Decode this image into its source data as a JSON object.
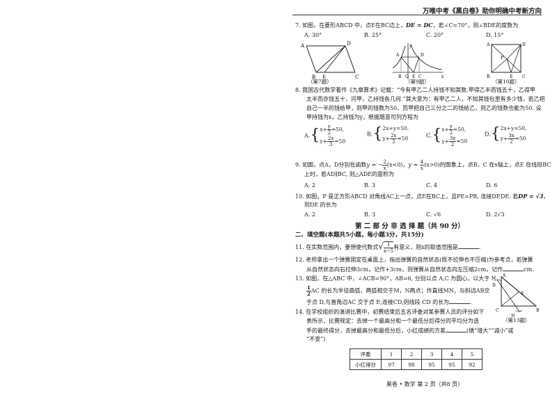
{
  "header": {
    "title": "万唯中考《黑白卷》助你明确中考新方向"
  },
  "q7": {
    "stem": "7. 如图，在菱形ABCD 中，点E在BC边上，",
    "formula": "DE = DC",
    "stem2": "，若∠C=70°，则∠BDE的度数为",
    "options": [
      "A. 30°",
      "B. 25°",
      "C. 20°",
      "D. 15°"
    ]
  },
  "figs": {
    "cap7": "（第7题）",
    "cap9": "（第9题）",
    "cap10": "（第10题）",
    "cap13": "（第13题）",
    "labels7": {
      "a": "A",
      "d": "D",
      "b": "B",
      "e": "E",
      "c": "C"
    },
    "labels9": {
      "y": "y",
      "a": "A",
      "d": "D",
      "b": "B",
      "o": "O",
      "e": "E",
      "c": "C",
      "x": "x"
    },
    "labels10": {
      "a": "A",
      "d": "D",
      "p": "P",
      "b": "B",
      "e": "E",
      "c": "C"
    },
    "labels13": {
      "a": "A",
      "m": "M",
      "d": "D",
      "c": "C",
      "e": "E",
      "b": "B",
      "n": "N"
    }
  },
  "q8": {
    "line1": "8. 我国古代数学著作《九章算术》记载：“今有甲乙二人持钱不知其数.甲得乙半而钱五十，乙得甲",
    "line2": "太半而亦钱五十，问甲，乙持钱各几何.”其大意为：有甲乙二人，不知其钱包里有多少钱，若乙把",
    "line3": "自己一半的钱给甲，则甲的钱数为50，而甲把自己三分之二的钱给乙，则乙的钱数也能为50. 设",
    "line4": "甲持钱为x，乙持钱为y，根据题意可列方程为",
    "options": [
      {
        "label": "A.",
        "e1a": "x+",
        "e1n": "y",
        "e1d": "2",
        "e1b": "=50,",
        "e2a": "y+",
        "e2n": "2x",
        "e2d": "3",
        "e2b": "=50"
      },
      {
        "label": "B.",
        "e1a": "2x+y=50,",
        "e1n": "",
        "e1d": "",
        "e1b": "",
        "e2a": "y+",
        "e2n": "2x",
        "e2d": "3",
        "e2b": "=50"
      },
      {
        "label": "C.",
        "e1a": "x+",
        "e1n": "y",
        "e1d": "2",
        "e1b": "=50,",
        "e2a": "y+",
        "e2n": "3x",
        "e2d": "2",
        "e2b": "=50"
      },
      {
        "label": "D.",
        "e1a": "2x+y=50,",
        "e1n": "",
        "e1d": "",
        "e1b": "",
        "e2a": "y+",
        "e2n": "3x",
        "e2d": "2",
        "e2b": "=50"
      }
    ]
  },
  "q9": {
    "line1a": "9. 如图，点A，D分别在函数",
    "f1a": "y = −",
    "f1n": "2",
    "f1d": "x",
    "f1b": "(x<0)，",
    "f2a": "y = ",
    "f2n": "4",
    "f2d": "x",
    "f2b": "(x>0)",
    "line1b": "的图象上，点B，C 在x轴上，点E 在线段BC",
    "line2": "上时，若AD∥BC, 则△ADE的面积为",
    "options": [
      "A. 2",
      "B. 3",
      "C. 4",
      "D. 6"
    ]
  },
  "q10": {
    "line1": "10. 如图，P 是正方形ABCD 对角线AC上一点，点E在BC上，且PE=PB, 连接DP,DE. 若",
    "formula": "DP = √3",
    "line1end": "，",
    "line2": "则DE 的长为",
    "options": [
      "A. 2",
      "B. 3",
      "C. √6",
      "D. 2√3"
    ]
  },
  "part2": {
    "title": "第 二 部 分  非 选 择 题（共 90 分）"
  },
  "sec2": {
    "title": "二、填空题(本题共5小题，每小题3分，共15分)"
  },
  "q11": {
    "a": "11. 在实数范围内，要想使代数式",
    "rad_n": "1",
    "rad_d": "x−5",
    "b": "有意义，则x的取值范围是",
    "c": "."
  },
  "q12": {
    "line1": "12. 老师拿出一个弹簧固定在桌面上，指出弹簧的自然状态(既不拉伸也不压缩)为参考点，若弹簧",
    "line2": "从自然状态向右拉伸3cm，记作+3cm，则弹簧从自然状态向左压缩2cm，记作",
    "line2end": "cm."
  },
  "q13": {
    "line1": "13. 如图，在△ABC 中，∠ACB=90°，AB=6, 分别以点 A,C 为圆心，以大于",
    "frac_n": "1",
    "frac_d": "2",
    "line2": "AC 的长为半径画弧，两弧相交于M，N两点；作直线MN，与斜边AB交",
    "line3": "于点 D,与直角边AC 交于点 E;连接CD,则线段 CD 的长为",
    "line3end": "."
  },
  "q14": {
    "line1": "14. 在学校组织的演讲比赛中，初赛结束后五名评委对某参赛人员的评分如下",
    "line2": "表所示，比赛规定：去掉一个最高分和一个最低分后得分的平均分为选",
    "line3": "手的最终得分，去掉最高分和最低分后，小红成绩的方差",
    "line3end": "(填“增大”“减小”或",
    "line4": "“不变”)"
  },
  "table": {
    "header": [
      "评委",
      "1",
      "2",
      "3",
      "4",
      "5"
    ],
    "row": [
      "小红得分",
      "97",
      "98",
      "95",
      "95",
      "92"
    ]
  },
  "footer": {
    "text": "黑卷 • 数学  第 2 页（共8 页）"
  }
}
